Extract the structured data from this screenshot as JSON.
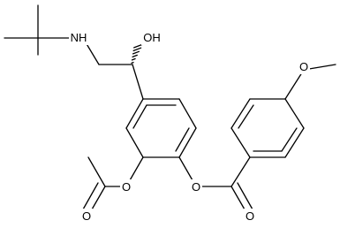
{
  "atom_labels": {
    "amine": "NH",
    "hydroxyl": "OH",
    "ester_o_acetyl": "O",
    "carbonyl_o_acetyl": "O",
    "ester_o_benzoyl": "O",
    "carbonyl_o_benzoyl": "O",
    "methoxy_o": "O"
  },
  "colors": {
    "bond": "#000000",
    "background": "#ffffff"
  }
}
